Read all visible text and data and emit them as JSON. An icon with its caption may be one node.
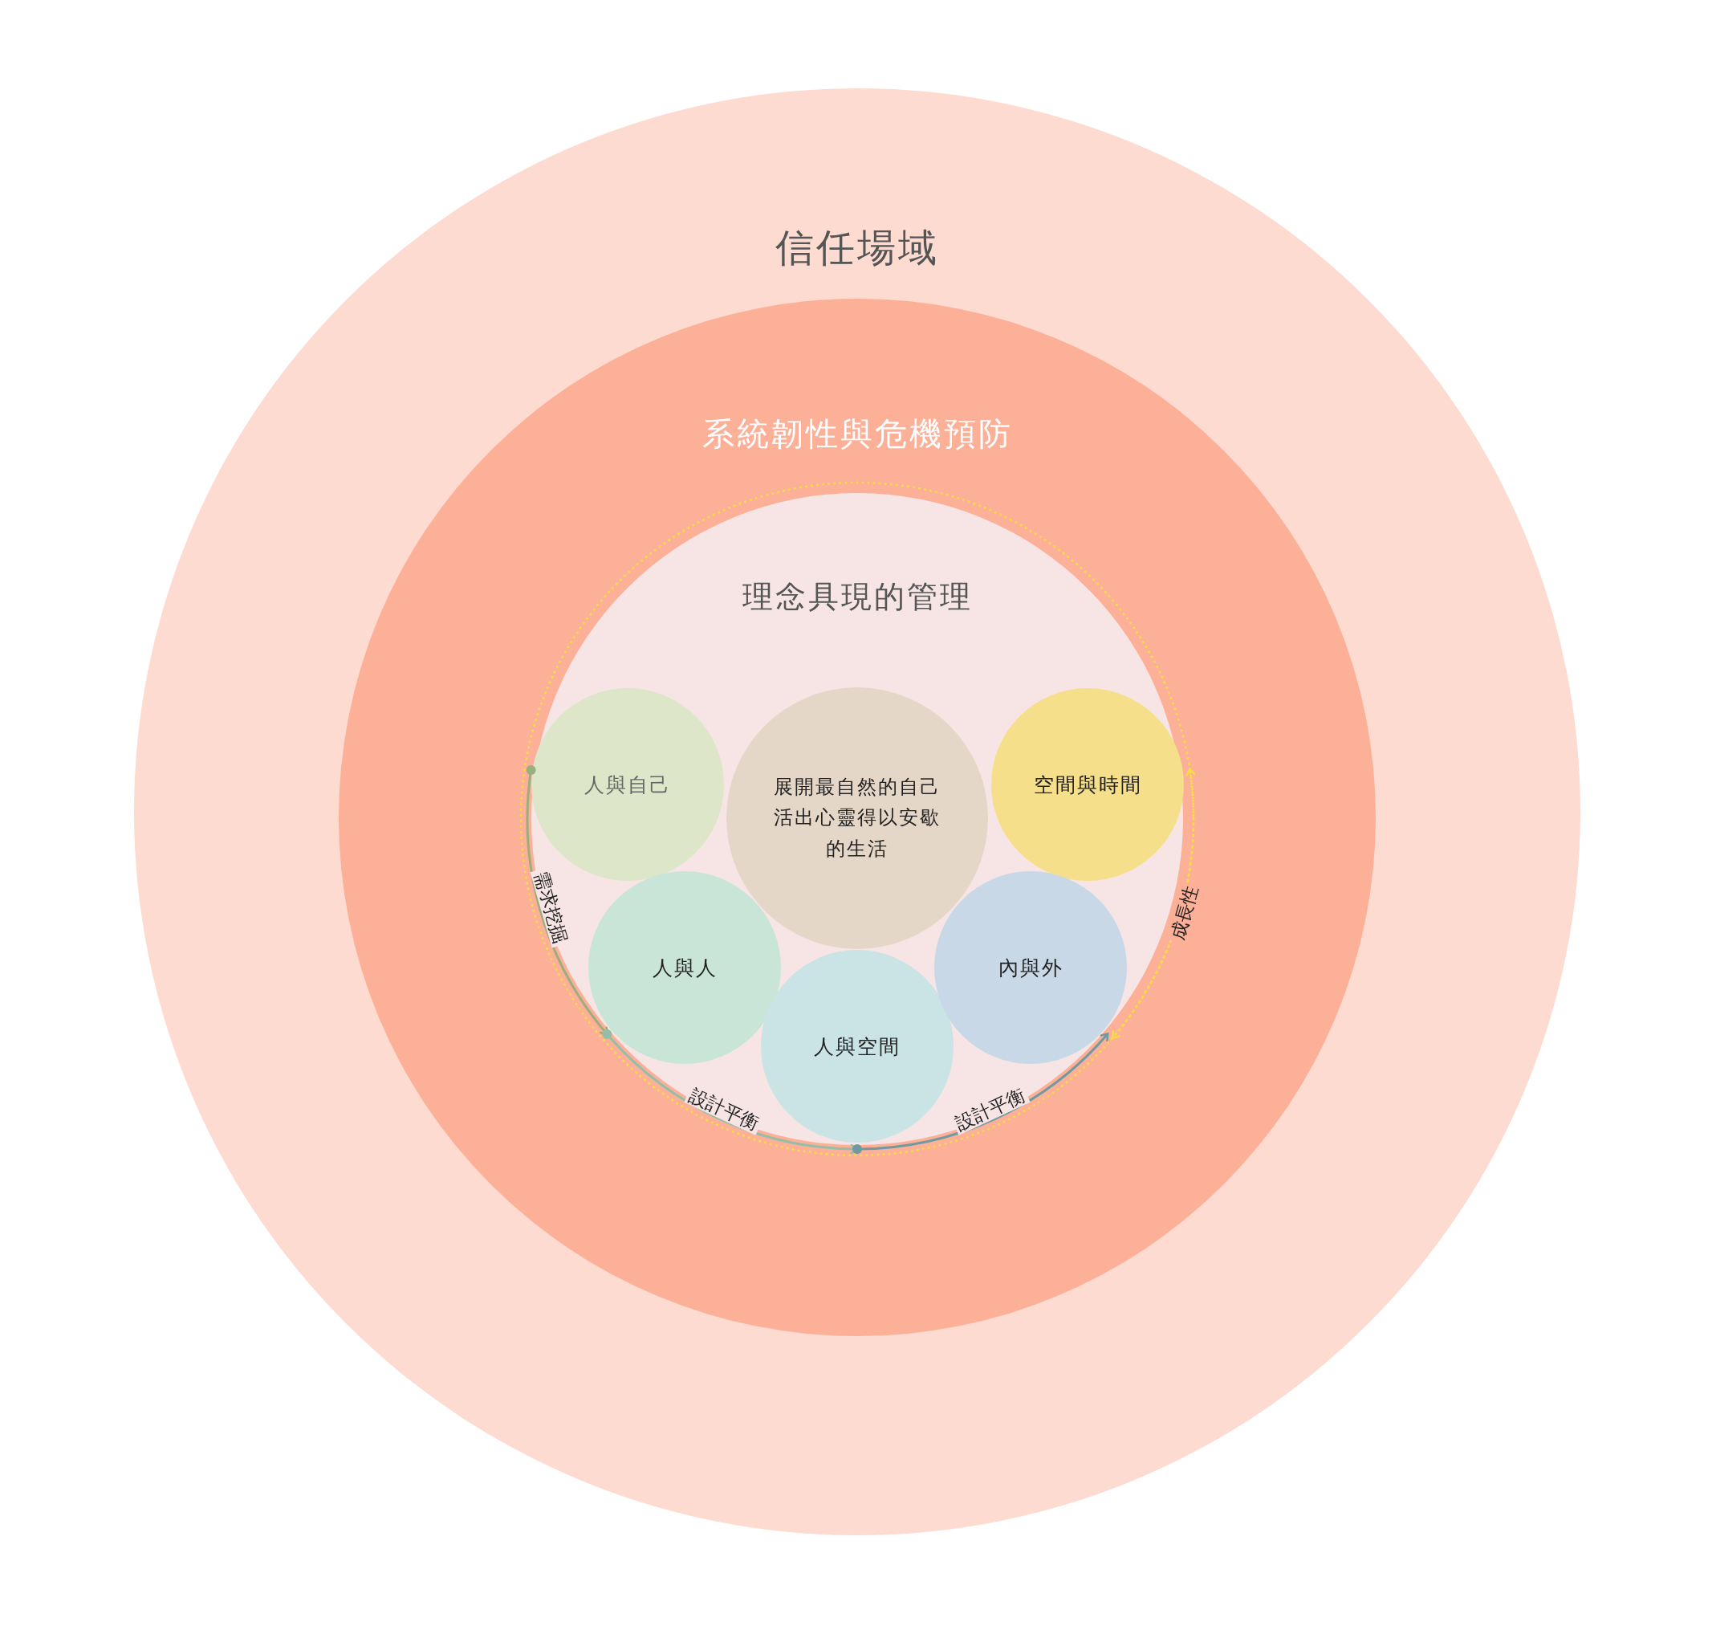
{
  "diagram": {
    "nodes": [
      {
        "text": [
          "信任場域"
        ]
      },
      {
        "text": [
          "系統韌性與危機預防"
        ],
        "in": 0
      },
      {
        "text": [
          "理念具現的管理"
        ],
        "in": 1
      },
      {
        "text": [
          "人與自己"
        ],
        "in": 2
      },
      {
        "text": [
          "展開最自然的自己活出心靈得以安歇的生活"
        ],
        "in": 2
      },
      {
        "text": [
          "空間與時間"
        ],
        "in": 2
      },
      {
        "text": [
          "人與人"
        ],
        "in": 2
      },
      {
        "text": [
          "人與空間"
        ],
        "in": 2
      },
      {
        "text": [
          "內與外"
        ],
        "in": 2
      }
    ],
    "edges": [
      {
        "from": 3,
        "to": 6,
        "arrow": "to",
        "label": "需求挖掘",
        "color": "#9aae7e"
      },
      {
        "from": 6,
        "to": 7,
        "arrow": "to",
        "label": "設計平衡",
        "color": "#93bfa9"
      },
      {
        "from": 7,
        "to": 8,
        "arrow": "to",
        "label": "設計平衡",
        "color": "#6f9aa0"
      },
      {
        "from": 8,
        "to": 5,
        "arrow": "both",
        "label": "成長性",
        "style": "dashed",
        "color": "#f8dc46"
      }
    ]
  }
}
